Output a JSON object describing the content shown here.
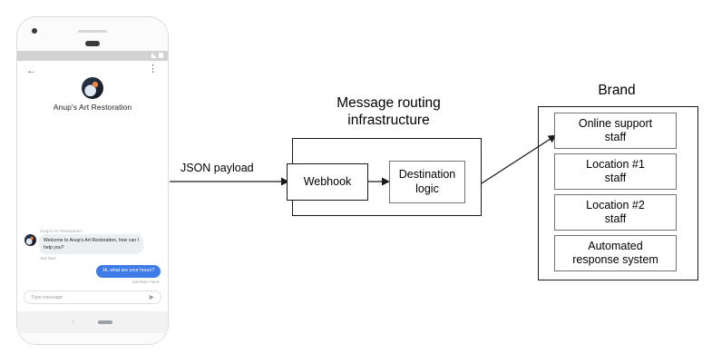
{
  "phone": {
    "status_bar": {
      "signal_icon": "signal-triangle-icon",
      "battery_icon": "battery-icon"
    },
    "app_bar": {
      "back_icon": "back-arrow-icon",
      "overflow_icon": "more-vertical-icon"
    },
    "brand_name": "Anup's Art Restoration",
    "avatar_icon": "brand-avatar-icon",
    "messages": [
      {
        "sender": "Anup's Art Restoration",
        "text": "Welcome to Anup's Art Restoration, how can I help you?",
        "time": "Just Now",
        "direction": "incoming"
      },
      {
        "text": "Hi, what are your hours?",
        "time": "Just Now • Sent",
        "direction": "outgoing"
      }
    ],
    "composer": {
      "placeholder": "Type message",
      "send_icon": "send-paper-plane-icon"
    },
    "nav": {
      "back_icon": "nav-back-icon",
      "home_pill": "nav-home-pill"
    }
  },
  "diagram": {
    "edge_label_json": "JSON payload",
    "infrastructure": {
      "title_line1": "Message routing",
      "title_line2": "infrastructure",
      "webhook": "Webhook",
      "destination_line1": "Destination",
      "destination_line2": "logic"
    },
    "brand": {
      "title": "Brand",
      "items": [
        {
          "line1": "Online support",
          "line2": "staff"
        },
        {
          "line1": "Location #1",
          "line2": "staff"
        },
        {
          "line1": "Location #2",
          "line2": "staff"
        },
        {
          "line1": "Automated",
          "line2": "response system"
        }
      ]
    }
  },
  "colors": {
    "outgoing_bubble": "#3f7ce8",
    "incoming_bubble": "#eceff1",
    "stroke": "#1a1a1a",
    "gray_stroke": "#737373"
  }
}
